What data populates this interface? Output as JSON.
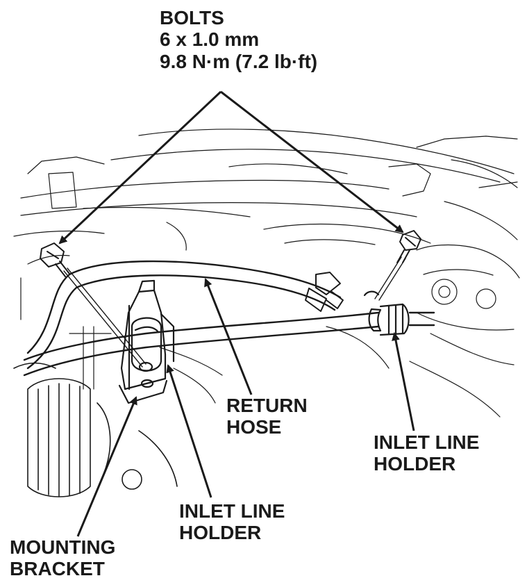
{
  "diagram": {
    "bolts": {
      "title": "BOLTS",
      "size": "6 x 1.0 mm",
      "torque": "9.8 N·m (7.2 lb·ft)"
    },
    "return_hose": [
      "RETURN",
      "HOSE"
    ],
    "inlet_line_holder_right": [
      "INLET LINE",
      "HOLDER"
    ],
    "inlet_line_holder_left": [
      "INLET LINE",
      "HOLDER"
    ],
    "mounting_bracket": [
      "MOUNTING",
      "BRACKET"
    ]
  },
  "colors": {
    "ink": "#1a1a1a",
    "background": "#ffffff"
  }
}
